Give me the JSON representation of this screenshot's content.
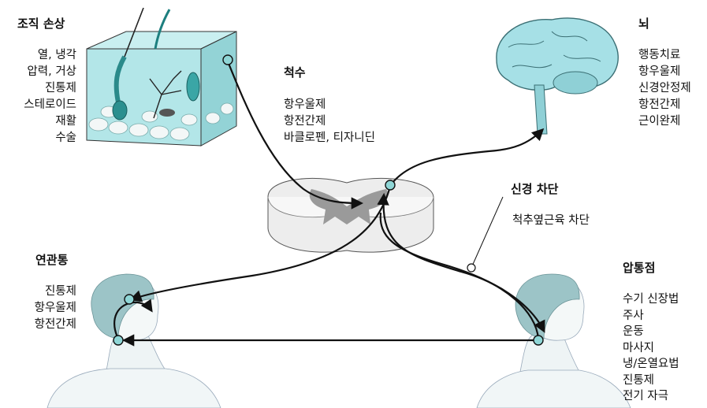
{
  "labels": {
    "tissue": {
      "title": "조직 손상",
      "items": [
        "열, 냉각",
        "압력, 거상",
        "진통제",
        "스테로이드",
        "재활",
        "수술"
      ]
    },
    "spinal": {
      "title": "척수",
      "items": [
        "항우울제",
        "항전간제",
        "바클로펜, 티자니딘"
      ]
    },
    "brain": {
      "title": "뇌",
      "items": [
        "행동치료",
        "항우울제",
        "신경안정제",
        "항전간제",
        "근이완제"
      ]
    },
    "nerve_block": {
      "title": "신경 차단",
      "items": [
        "척추옆근육 차단"
      ]
    },
    "referred": {
      "title": "연관통",
      "items": [
        "진통제",
        "항우울제",
        "항전간제"
      ]
    },
    "trigger": {
      "title": "압통점",
      "items": [
        "수기 신장법",
        "주사",
        "운동",
        "마사지",
        "냉/온열요법",
        "진통제",
        "전기 자극"
      ]
    }
  },
  "colors": {
    "accent_teal": "#8fd6d6",
    "skin_teal": "#a9e3e6",
    "figure_gray": "#b9d3d6",
    "cord_gray": "#9a9a9a",
    "line": "#111111"
  }
}
